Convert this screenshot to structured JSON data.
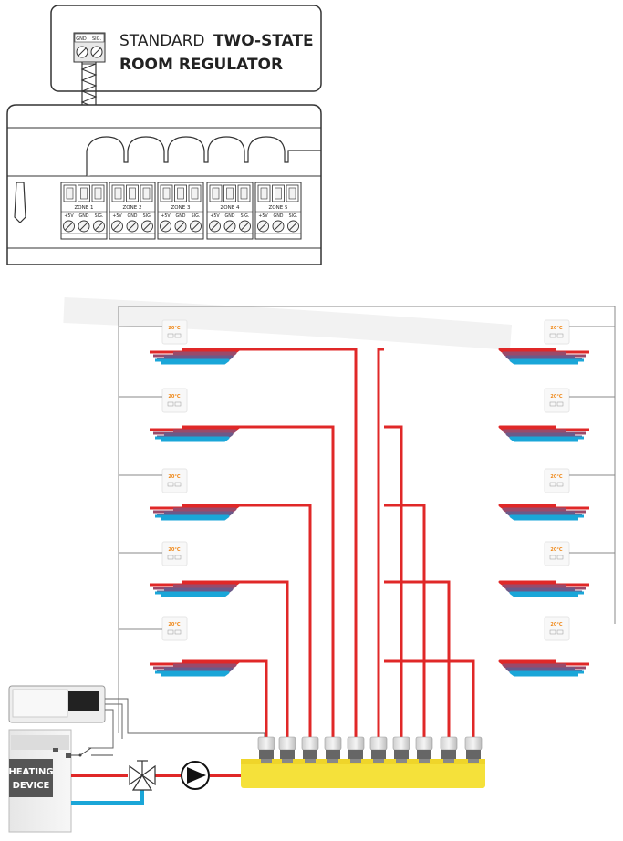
{
  "regulator": {
    "title_light": "STANDARD",
    "title_bold_1": "TWO-STATE",
    "title_bold_2": "ROOM REGULATOR",
    "terminal_labels": [
      "GND",
      "SIG."
    ]
  },
  "controller": {
    "zones": [
      {
        "label": "ZONE 1",
        "pins": [
          "+5V",
          "GND",
          "SIG."
        ]
      },
      {
        "label": "ZONE 2",
        "pins": [
          "+5V",
          "GND",
          "SIG."
        ]
      },
      {
        "label": "ZONE 3",
        "pins": [
          "+5V",
          "GND",
          "SIG."
        ]
      },
      {
        "label": "ZONE 4",
        "pins": [
          "+5V",
          "GND",
          "SIG."
        ]
      },
      {
        "label": "ZONE 5",
        "pins": [
          "+5V",
          "GND",
          "SIG."
        ]
      }
    ]
  },
  "thermostat_display": "20°C",
  "heating_device": {
    "line1": "HEATING",
    "line2": "DEVICE"
  },
  "colors": {
    "supply": "#e02828",
    "return": "#1aa6d8",
    "manifold": "#f5e13a",
    "thermostat_text": "#f08a1c",
    "line": "#555555"
  }
}
